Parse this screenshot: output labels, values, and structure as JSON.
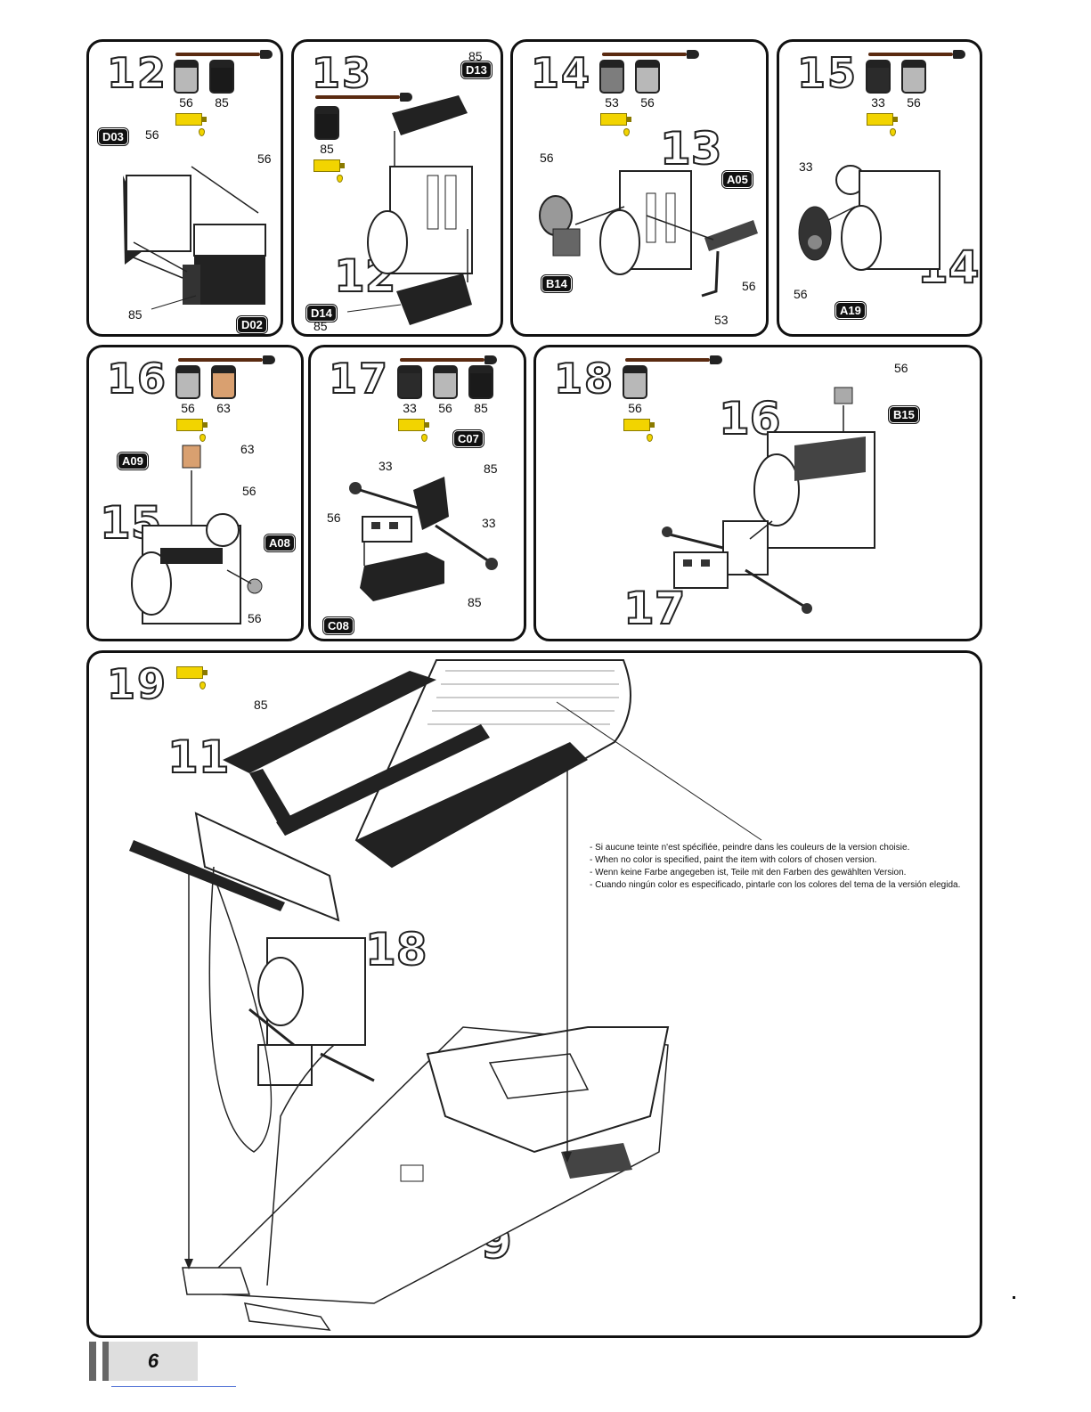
{
  "colors": {
    "paint_33": "#2b2b2b",
    "paint_53": "#7d7d7d",
    "paint_56": "#b8b8b8",
    "paint_63": "#d9a070",
    "paint_85": "#1a1a1a",
    "glue": "#f2d400",
    "part_tag": "#111111"
  },
  "steps": [
    {
      "number": "12",
      "paints": [
        {
          "code": "56",
          "color": "#b8b8b8"
        },
        {
          "code": "85",
          "color": "#1a1a1a"
        }
      ],
      "part_tags": [
        "D03",
        "D02"
      ],
      "callouts": [
        "56",
        "56",
        "85"
      ]
    },
    {
      "number": "13",
      "paints": [
        {
          "code": "85",
          "color": "#1a1a1a"
        }
      ],
      "part_tags": [
        "D13",
        "D14"
      ],
      "callouts": [
        "85",
        "85"
      ],
      "ref_steps": [
        "12"
      ]
    },
    {
      "number": "14",
      "paints": [
        {
          "code": "53",
          "color": "#7d7d7d"
        },
        {
          "code": "56",
          "color": "#b8b8b8"
        }
      ],
      "part_tags": [
        "A05",
        "B14"
      ],
      "callouts": [
        "56",
        "56",
        "53"
      ],
      "ref_steps": [
        "13"
      ]
    },
    {
      "number": "15",
      "paints": [
        {
          "code": "33",
          "color": "#2b2b2b"
        },
        {
          "code": "56",
          "color": "#b8b8b8"
        }
      ],
      "part_tags": [
        "A19"
      ],
      "callouts": [
        "33",
        "56"
      ],
      "ref_steps": [
        "14"
      ]
    },
    {
      "number": "16",
      "paints": [
        {
          "code": "56",
          "color": "#b8b8b8"
        },
        {
          "code": "63",
          "color": "#d9a070"
        }
      ],
      "part_tags": [
        "A09",
        "A08"
      ],
      "callouts": [
        "63",
        "56",
        "56"
      ],
      "ref_steps": [
        "15"
      ]
    },
    {
      "number": "17",
      "paints": [
        {
          "code": "33",
          "color": "#2b2b2b"
        },
        {
          "code": "56",
          "color": "#b8b8b8"
        },
        {
          "code": "85",
          "color": "#1a1a1a"
        }
      ],
      "part_tags": [
        "C07",
        "C08"
      ],
      "callouts": [
        "33",
        "85",
        "56",
        "33",
        "85"
      ]
    },
    {
      "number": "18",
      "paints": [
        {
          "code": "56",
          "color": "#b8b8b8"
        }
      ],
      "part_tags": [
        "B15"
      ],
      "callouts": [
        "56"
      ],
      "ref_steps": [
        "16",
        "17"
      ]
    },
    {
      "number": "19",
      "paints": [],
      "part_tags": [],
      "callouts": [
        "85"
      ],
      "ref_steps": [
        "11",
        "18",
        "9"
      ]
    }
  ],
  "note_lines": [
    "- Si aucune teinte n'est spécifiée, peindre dans les couleurs de la version choisie.",
    "- When no color is specified, paint the item with colors of chosen version.",
    "- Wenn keine Farbe angegeben ist, Teile mit den Farben des gewählten Version.",
    "- Cuando ningún color es especificado, pintarle con los colores del tema de la versión elegida."
  ],
  "page_number": "6"
}
